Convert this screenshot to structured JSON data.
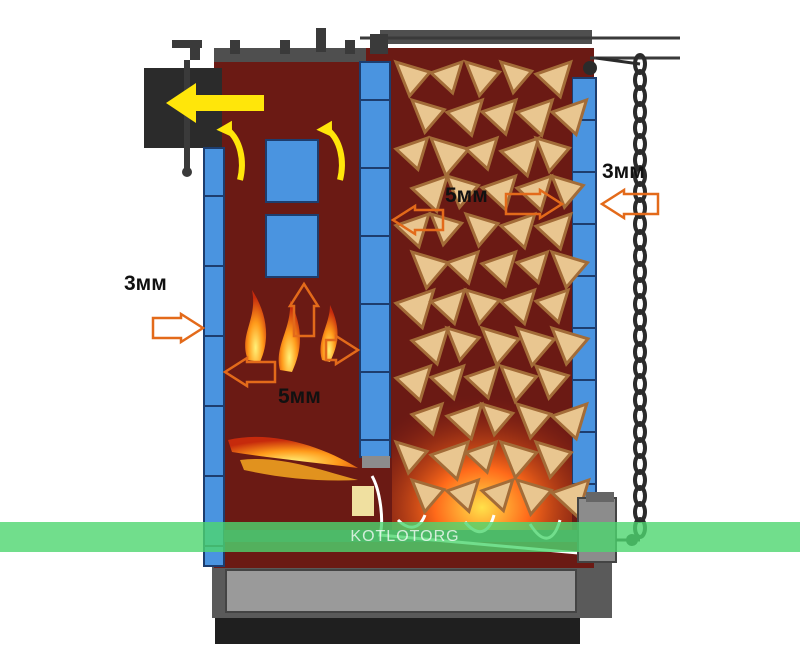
{
  "labels": {
    "outer_wall_left": "3мм",
    "fire_chamber": "5мм",
    "inner_wall": "5мм",
    "outer_wall_right": "3мм"
  },
  "watermark": "KOTLOTORG",
  "colors": {
    "boiler_body": "#6b1a14",
    "water_jacket": "#4a94e0",
    "steel_dark": "#2f2f2f",
    "steel_grey": "#8c8c8c",
    "smoke_arrow": "#ffe60a",
    "flow_arrow_outline": "#e36a1a",
    "watermark_band": "#4dd66f",
    "wood_light": "#e9c690",
    "wood_dark": "#a36c38"
  },
  "icons": [
    "flue-outlet-arrow",
    "flow-arrow",
    "chain",
    "flame",
    "firewood-stack"
  ]
}
